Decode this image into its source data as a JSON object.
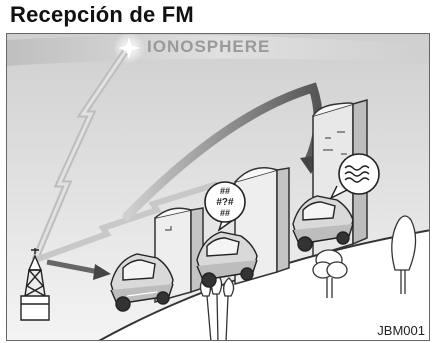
{
  "title": "Recepción de FM",
  "ionosphere_label": "IONOSPHERE",
  "figure_code": "JBM001",
  "interference_symbols": [
    "##",
    "#?#",
    "##"
  ]
}
